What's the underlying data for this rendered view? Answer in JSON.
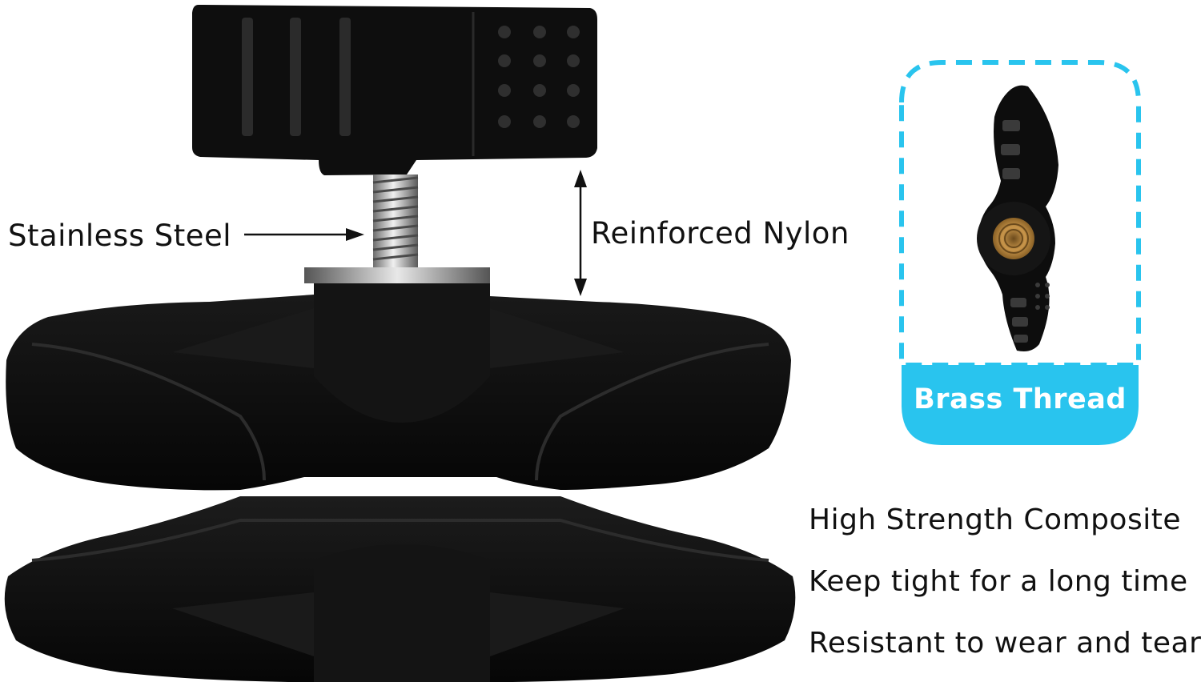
{
  "callouts": {
    "stainless_steel": "Stainless Steel",
    "reinforced_nylon": "Reinforced Nylon"
  },
  "inset": {
    "caption": "Brass Thread",
    "accent_color": "#29c4ee"
  },
  "features": [
    "High Strength Composite",
    "Keep tight for a long time",
    "Resistant to wear and tear"
  ],
  "colors": {
    "product": "#0d0d0d",
    "text": "#111111",
    "accent": "#29c4ee",
    "brass": "#c8954a"
  }
}
